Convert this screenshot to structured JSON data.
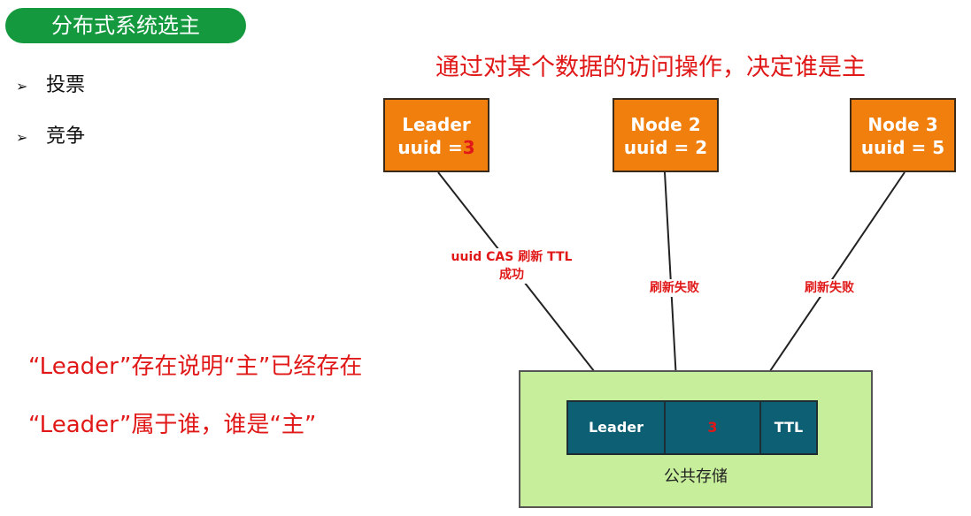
{
  "title": "分布式系统选主",
  "bullets": [
    "投票",
    "竞争"
  ],
  "headline": "通过对某个数据的访问操作，决定谁是主",
  "notes": [
    "“Leader”存在说明“主”已经存在",
    "“Leader”属于谁，谁是“主”"
  ],
  "nodes": [
    {
      "name": "Leader",
      "uuid_label": "uuid =",
      "uuid_value": "3"
    },
    {
      "name": "Node 2",
      "uuid_label": "uuid = 2",
      "uuid_value": ""
    },
    {
      "name": "Node 3",
      "uuid_label": "uuid = 5",
      "uuid_value": ""
    }
  ],
  "edges": [
    {
      "line1": "uuid CAS 刷新 TTL",
      "line2": "成功"
    },
    {
      "line1": "刷新失败",
      "line2": ""
    },
    {
      "line1": "刷新失败",
      "line2": ""
    }
  ],
  "storage": {
    "cells": [
      "Leader",
      "3",
      "TTL"
    ],
    "label": "公共存储"
  },
  "colors": {
    "pill": "#15993f",
    "node": "#f07f0d",
    "red": "#e01818",
    "storage_bg": "#c7ef9b",
    "cell": "#0d5f73"
  }
}
